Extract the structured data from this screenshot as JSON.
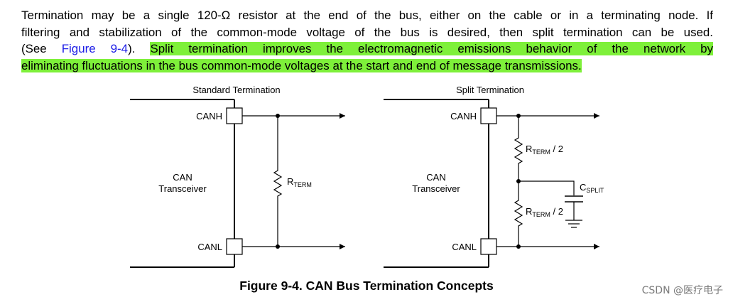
{
  "paragraph": {
    "line1": "Termination may be a single 120-Ω resistor at the end of the bus, either on the cable or in a terminating node. If",
    "line2": "filtering and stabilization of the common-mode voltage of the bus is desired, then split termination can be used.",
    "line3_prefix": "(See ",
    "figure_ref": "Figure 9-4",
    "line3_mid": "). ",
    "highlight_line3": "Split termination improves the electromagnetic emissions behavior of the network by",
    "highlight_line4": "eliminating fluctuations in the bus common-mode voltages at the start and end of message transmissions."
  },
  "diagram": {
    "standard": {
      "title": "Standard Termination",
      "pin_high": "CANH",
      "pin_low": "CANL",
      "block_line1": "CAN",
      "block_line2": "Transceiver",
      "resistor_main": "R",
      "resistor_sub": "TERM"
    },
    "split": {
      "title": "Split Termination",
      "pin_high": "CANH",
      "pin_low": "CANL",
      "block_line1": "CAN",
      "block_line2": "Transceiver",
      "r_top_main": "R",
      "r_top_sub": "TERM",
      "r_top_suffix": " / 2",
      "r_bottom_main": "R",
      "r_bottom_sub": "TERM",
      "r_bottom_suffix": " / 2",
      "cap_main": "C",
      "cap_sub": "SPLIT"
    },
    "colors": {
      "highlight": "#7ef03a",
      "link": "#1a1ae6"
    }
  },
  "caption": "Figure 9-4. CAN Bus Termination Concepts",
  "watermark": "CSDN @医疗电子"
}
